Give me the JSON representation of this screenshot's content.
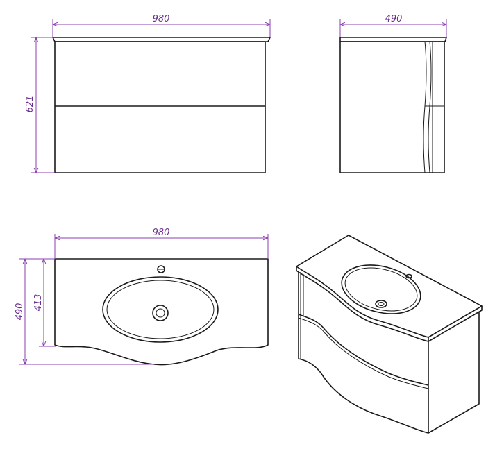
{
  "dimensions": {
    "front_width": "980",
    "front_height": "621",
    "side_depth": "490",
    "top_width": "980",
    "top_depth_total": "490",
    "top_depth_straight": "413"
  },
  "colors": {
    "dimension": "#8a3fb0",
    "outline": "#1a1a1a",
    "background": "#ffffff"
  }
}
